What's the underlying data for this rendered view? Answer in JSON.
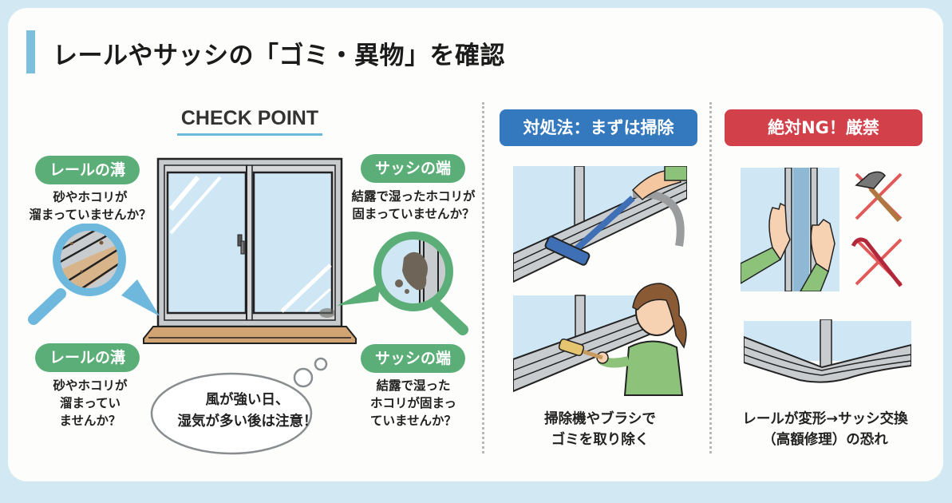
{
  "header": {
    "title": "レールやサッシの「ゴミ・異物」を確認",
    "accent_color": "#7cbfdc"
  },
  "check_section": {
    "title": "CHECK POINT",
    "callouts": [
      {
        "label": "レールの溝",
        "question": [
          "砂やホコリが",
          "溜まっていませんか？"
        ]
      },
      {
        "label": "サッシの端",
        "question": [
          "結露で湿ったホコリが",
          "固まっていませんか？"
        ]
      },
      {
        "label": "レールの溝",
        "question": [
          "砂やホコリが",
          "溜まってい",
          "ませんか？"
        ]
      },
      {
        "label": "サッシの端",
        "question": [
          "結露で湿った",
          "ホコリが固まっ",
          "ていませんか？"
        ]
      }
    ],
    "thought_bubble": [
      "風が強い日、",
      "湿気が多い後は注意！"
    ],
    "pill_color": "#5cae78"
  },
  "solution_section": {
    "heading": "対処法：まずは掃除",
    "heading_color": "#3479be",
    "illustrations": [
      "vacuum-cleaning-rail",
      "woman-brushing-rail"
    ],
    "caption": [
      "掃除機やブラシで",
      "ゴミを取り除く"
    ]
  },
  "ng_section": {
    "heading": "絶対NG！厳禁",
    "heading_color": "#d2404a",
    "illustrations": [
      "hands-forcing-window",
      "hammer-prohibited",
      "crowbar-prohibited",
      "deformed-rail"
    ],
    "caption": [
      "レールが変形→サッシ交換",
      "（高額修理）の恐れ"
    ]
  }
}
